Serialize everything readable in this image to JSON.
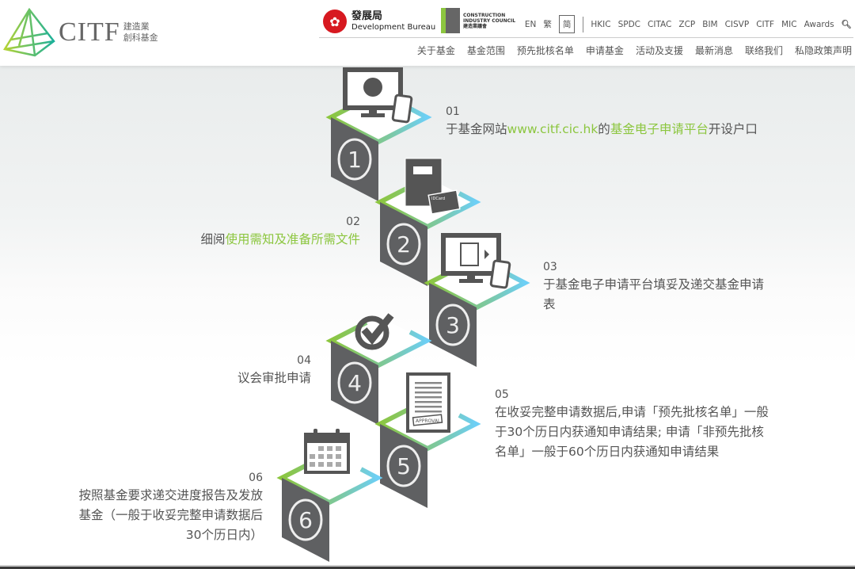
{
  "header": {
    "logo": {
      "text": "CITF",
      "sub1": "建造業",
      "sub2": "創科基金"
    },
    "dev_bureau": {
      "zh": "發展局",
      "en": "Development Bureau"
    },
    "cic": {
      "line1": "CONSTRUCTION",
      "line2": "INDUSTRY COUNCIL",
      "line3": "建造業議會"
    },
    "languages": [
      "EN",
      "繁",
      "简"
    ],
    "links": [
      "HKIC",
      "SPDC",
      "CITAC",
      "ZCP",
      "BIM",
      "CISVP",
      "CITF",
      "MIC",
      "Awards"
    ],
    "nav": [
      "关于基金",
      "基金范围",
      "预先批核名单",
      "申请基金",
      "活动及支援",
      "最新消息",
      "联络我们",
      "私隐政策声明"
    ]
  },
  "steps": [
    {
      "num": "01",
      "parts": [
        "于基金网站",
        "www.citf.cic.hk",
        "的",
        "基金电子申请平台",
        "开设户口"
      ]
    },
    {
      "num": "02",
      "parts": [
        "细阅",
        "使用需知及准备所需文件"
      ]
    },
    {
      "num": "03",
      "lines": [
        "于基金电子申请平台填妥及递交基金申请",
        "表"
      ]
    },
    {
      "num": "04",
      "lines": [
        "议会审批申请"
      ]
    },
    {
      "num": "05",
      "lines": [
        "在收妥完整申请数据后,申请「预先批核名单」一般",
        "于30个历日内获通知申请结果; 申请「非预先批核",
        "名单」一般于60个历日内获通知申请结果"
      ]
    },
    {
      "num": "06",
      "lines": [
        "按照基金要求递交进度报告及发放",
        "基金（一般于收妥完整申请数据后",
        "30个历日内）"
      ]
    }
  ],
  "icons": {
    "approval_stamp": "APPROVAL",
    "id_card": "IDCard"
  },
  "colors": {
    "green": "#8cc63f",
    "blue": "#6dcff6",
    "cube": "#5f6062"
  }
}
